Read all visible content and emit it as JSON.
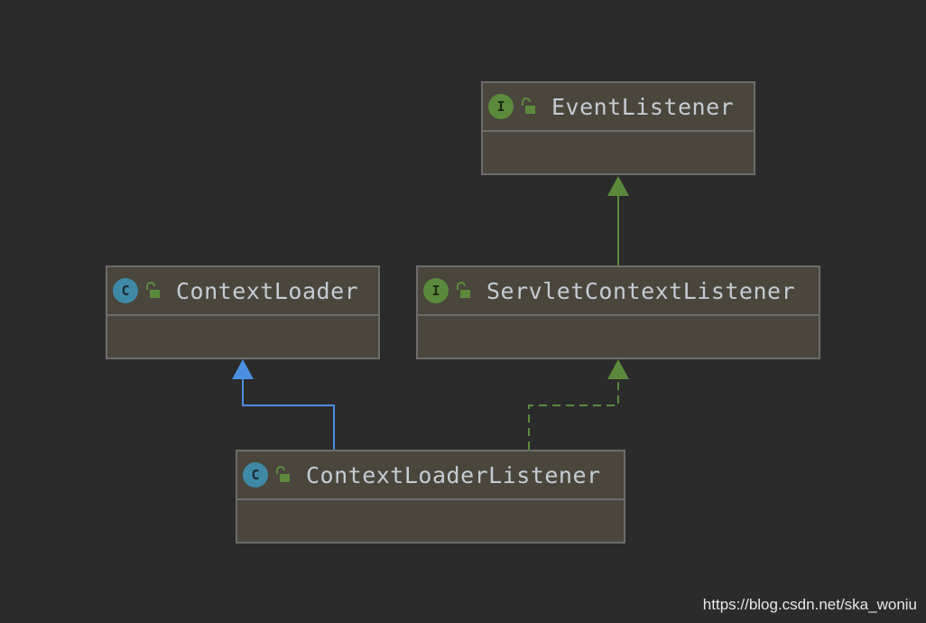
{
  "diagram": {
    "nodes": [
      {
        "id": "event-listener",
        "kind": "interface",
        "kind_letter": "I",
        "name": "EventListener"
      },
      {
        "id": "context-loader",
        "kind": "class",
        "kind_letter": "C",
        "name": "ContextLoader"
      },
      {
        "id": "servlet-context-listener",
        "kind": "interface",
        "kind_letter": "I",
        "name": "ServletContextListener"
      },
      {
        "id": "context-loader-listener",
        "kind": "class",
        "kind_letter": "C",
        "name": "ContextLoaderListener"
      }
    ],
    "edges": [
      {
        "from": "servlet-context-listener",
        "to": "event-listener",
        "relation": "extends",
        "color": "#5b8a3c",
        "style": "solid"
      },
      {
        "from": "context-loader-listener",
        "to": "context-loader",
        "relation": "extends",
        "color": "#4a8fe0",
        "style": "solid"
      },
      {
        "from": "context-loader-listener",
        "to": "servlet-context-listener",
        "relation": "implements",
        "color": "#5b8a3c",
        "style": "dashed"
      }
    ]
  },
  "watermark": "https://blog.csdn.net/ska_woniu",
  "colors": {
    "background": "#2b2b2b",
    "box_fill": "#4a463c",
    "box_border": "#6c6c6c",
    "class_icon": "#3e8aa6",
    "interface_icon": "#5b8a3c",
    "lock_icon": "#5b8a3c",
    "text": "#c5ccd3"
  }
}
